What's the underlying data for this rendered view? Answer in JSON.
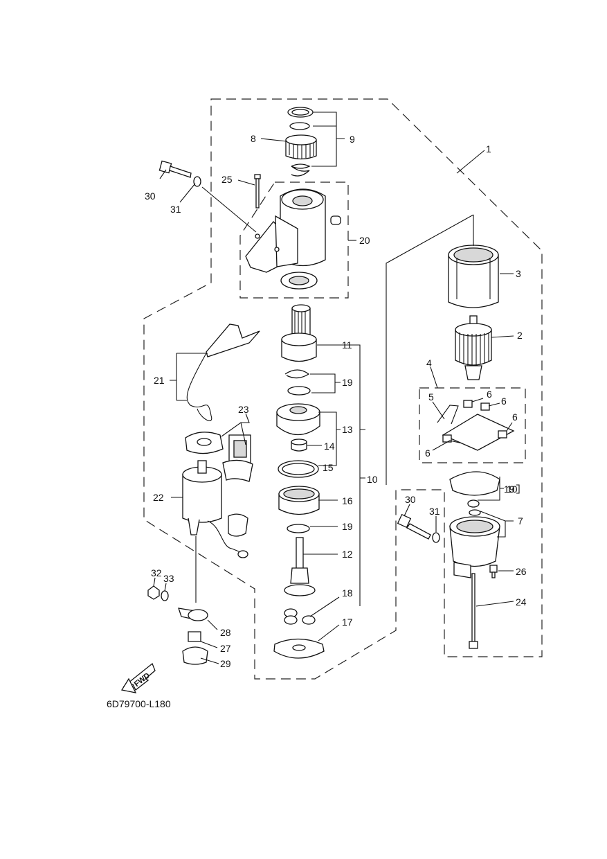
{
  "diagram_code": "6D79700-L180",
  "fwd_label": "FWD",
  "callouts": {
    "c1": "1",
    "c2": "2",
    "c3": "3",
    "c4": "4",
    "c5": "5",
    "c6a": "6",
    "c6b": "6",
    "c6c": "6",
    "c6d": "6",
    "c7": "7",
    "c8": "8",
    "c9": "9",
    "c10a": "10",
    "c10b": "10",
    "c11": "11",
    "c12": "12",
    "c13": "13",
    "c14": "14",
    "c15": "15",
    "c16": "16",
    "c17": "17",
    "c18": "18",
    "c19a": "19",
    "c19b": "19",
    "c19c": "19",
    "c20": "20",
    "c21": "21",
    "c22": "22",
    "c23": "23",
    "c24": "24",
    "c25": "25",
    "c26": "26",
    "c27": "27",
    "c28": "28",
    "c29": "29",
    "c30a": "30",
    "c30b": "30",
    "c31a": "31",
    "c31b": "31",
    "c32": "32",
    "c33": "33"
  }
}
